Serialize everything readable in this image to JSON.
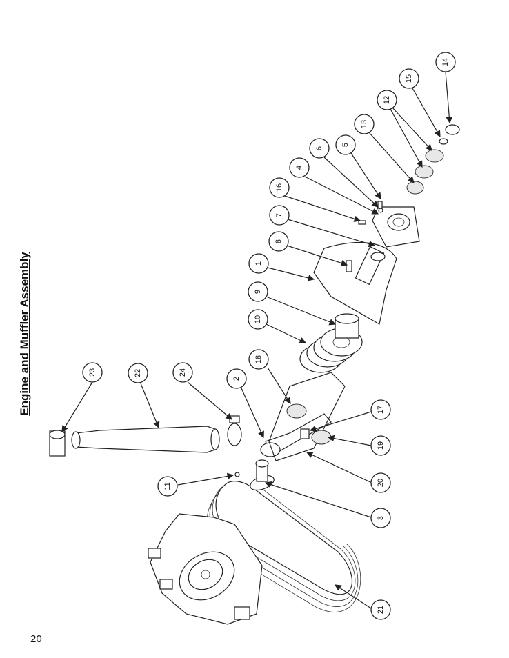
{
  "title": "Engine and Muffler Assembly",
  "page_number": "20",
  "callouts": [
    {
      "id": "c14",
      "label": "14"
    },
    {
      "id": "c15",
      "label": "15"
    },
    {
      "id": "c12",
      "label": "12"
    },
    {
      "id": "c13",
      "label": "13"
    },
    {
      "id": "c5",
      "label": "5"
    },
    {
      "id": "c6",
      "label": "6"
    },
    {
      "id": "c4",
      "label": "4"
    },
    {
      "id": "c16",
      "label": "16"
    },
    {
      "id": "c7",
      "label": "7"
    },
    {
      "id": "c8",
      "label": "8"
    },
    {
      "id": "c1",
      "label": "1"
    },
    {
      "id": "c9",
      "label": "9"
    },
    {
      "id": "c10",
      "label": "10"
    },
    {
      "id": "c18",
      "label": "18"
    },
    {
      "id": "c2",
      "label": "2"
    },
    {
      "id": "c23",
      "label": "23"
    },
    {
      "id": "c22",
      "label": "22"
    },
    {
      "id": "c24",
      "label": "24"
    },
    {
      "id": "c17",
      "label": "17"
    },
    {
      "id": "c19",
      "label": "19"
    },
    {
      "id": "c20",
      "label": "20"
    },
    {
      "id": "c11",
      "label": "11"
    },
    {
      "id": "c3",
      "label": "3"
    },
    {
      "id": "c21",
      "label": "21"
    }
  ]
}
